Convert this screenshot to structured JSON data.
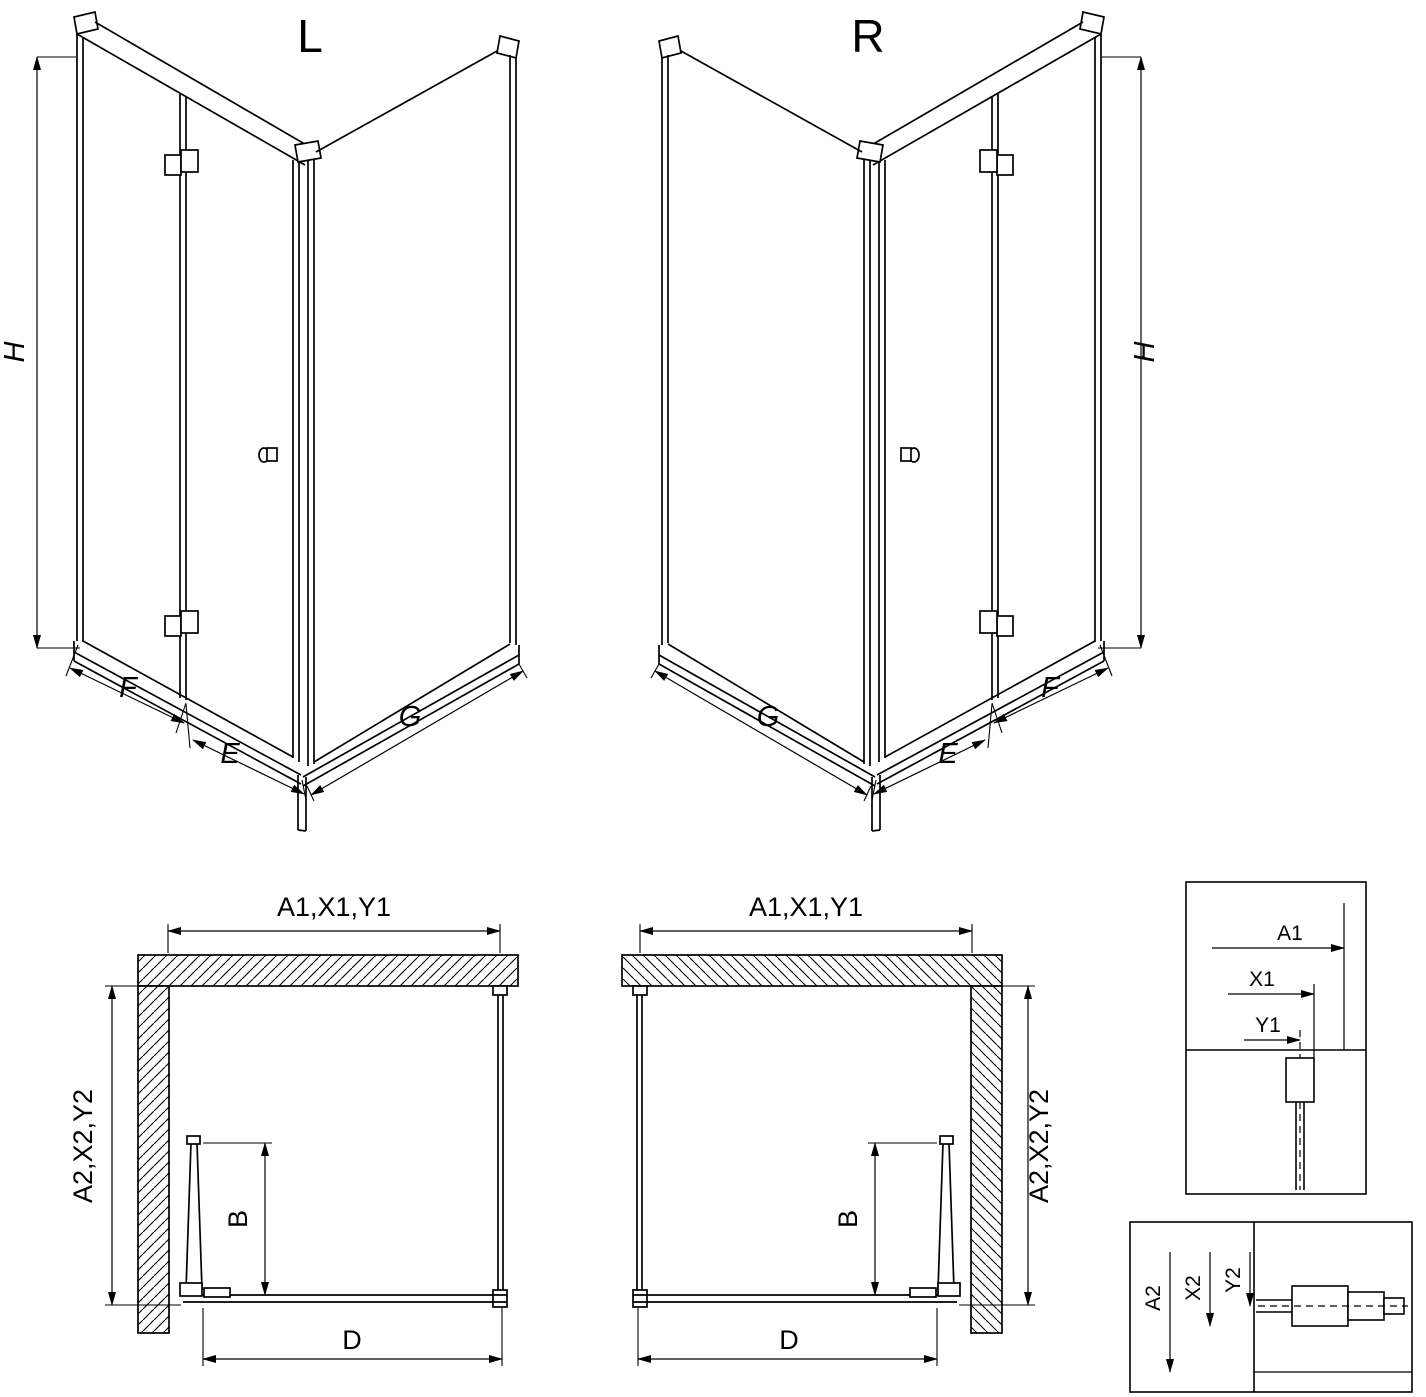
{
  "diagram": {
    "type": "technical-drawing",
    "subject": "corner shower enclosure with bi-fold door, left (L) and right (R) variants, isometric and plan views with mounting-detail insets",
    "colors": {
      "background": "#ffffff",
      "line": "#000000"
    },
    "iso_left": {
      "variant_label": "L",
      "height": "H",
      "door_panel": "F",
      "door_width": "E",
      "side_panel": "G"
    },
    "iso_right": {
      "variant_label": "R",
      "height": "H",
      "door_panel": "F",
      "door_width": "E",
      "side_panel": "G"
    },
    "plan_left": {
      "width_top": "A1,X1,Y1",
      "depth_side": "A2,X2,Y2",
      "door_depth": "B",
      "width_bottom": "D"
    },
    "plan_right": {
      "width_top": "A1,X1,Y1",
      "depth_side": "A2,X2,Y2",
      "door_depth": "B",
      "width_bottom": "D"
    },
    "detail_width": {
      "dims": [
        "A1",
        "X1",
        "Y1"
      ]
    },
    "detail_depth": {
      "dims": [
        "A2",
        "X2",
        "Y2"
      ]
    }
  }
}
